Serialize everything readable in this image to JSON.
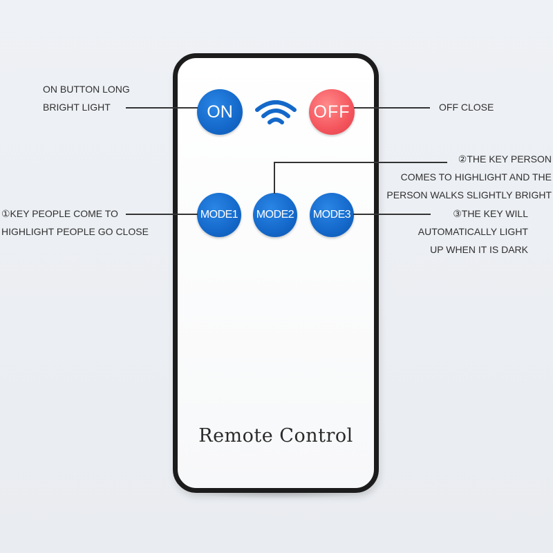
{
  "remote": {
    "brand": "Remote Control",
    "buttons": {
      "on": "ON",
      "off": "OFF",
      "mode1": "MODE1",
      "mode2": "MODE2",
      "mode3": "MODE3"
    },
    "signal_icon": "wifi-signal-icon"
  },
  "annotations": {
    "on": [
      "ON BUTTON LONG",
      "BRIGHT LIGHT"
    ],
    "off": [
      "OFF CLOSE"
    ],
    "mode1": [
      "①KEY PEOPLE COME TO",
      "HIGHLIGHT PEOPLE GO CLOSE"
    ],
    "mode2": [
      "②THE KEY PERSON",
      "COMES TO HIGHLIGHT AND THE",
      "PERSON WALKS SLIGHTLY BRIGHT"
    ],
    "mode3": [
      "③THE KEY WILL",
      "AUTOMATICALLY LIGHT",
      "UP WHEN IT IS DARK"
    ]
  },
  "colors": {
    "blue_button": "#1468c9",
    "red_button": "#f4555d",
    "body_border": "#1c1c1c"
  }
}
